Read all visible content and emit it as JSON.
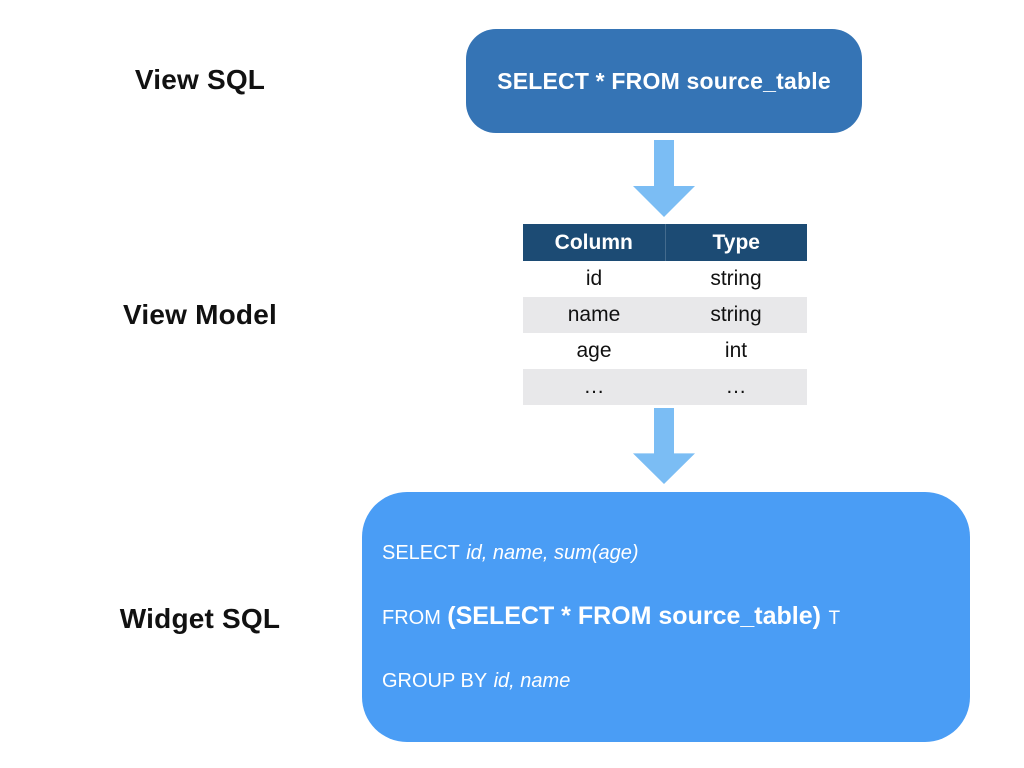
{
  "labels": {
    "view_sql": "View SQL",
    "view_model": "View Model",
    "widget_sql": "Widget SQL"
  },
  "view_sql_box": {
    "sql": "SELECT * FROM source_table"
  },
  "view_model_table": {
    "headers": [
      "Column",
      "Type"
    ],
    "rows": [
      {
        "column": "id",
        "type": "string"
      },
      {
        "column": "name",
        "type": "string"
      },
      {
        "column": "age",
        "type": "int"
      },
      {
        "column": "…",
        "type": "…"
      }
    ]
  },
  "widget_sql_box": {
    "line1": {
      "keyword": "SELECT",
      "columns": "id, name, sum(age)"
    },
    "line2": {
      "keyword": "FROM",
      "subquery": "(SELECT * FROM source_table)",
      "alias": "T"
    },
    "line3": {
      "keyword": "GROUP BY",
      "columns": "id, name"
    }
  },
  "icons": {
    "down_arrow": "block-down-arrow"
  },
  "colors": {
    "view_sql_box_bg": "#3574B5",
    "table_header_bg": "#1C4B74",
    "table_alt_row_bg": "#E8E8EA",
    "arrow": "#7BBDF4",
    "widget_sql_box_bg": "#4A9DF5",
    "text_on_blue": "#FFFFFF",
    "label_text": "#111111"
  }
}
